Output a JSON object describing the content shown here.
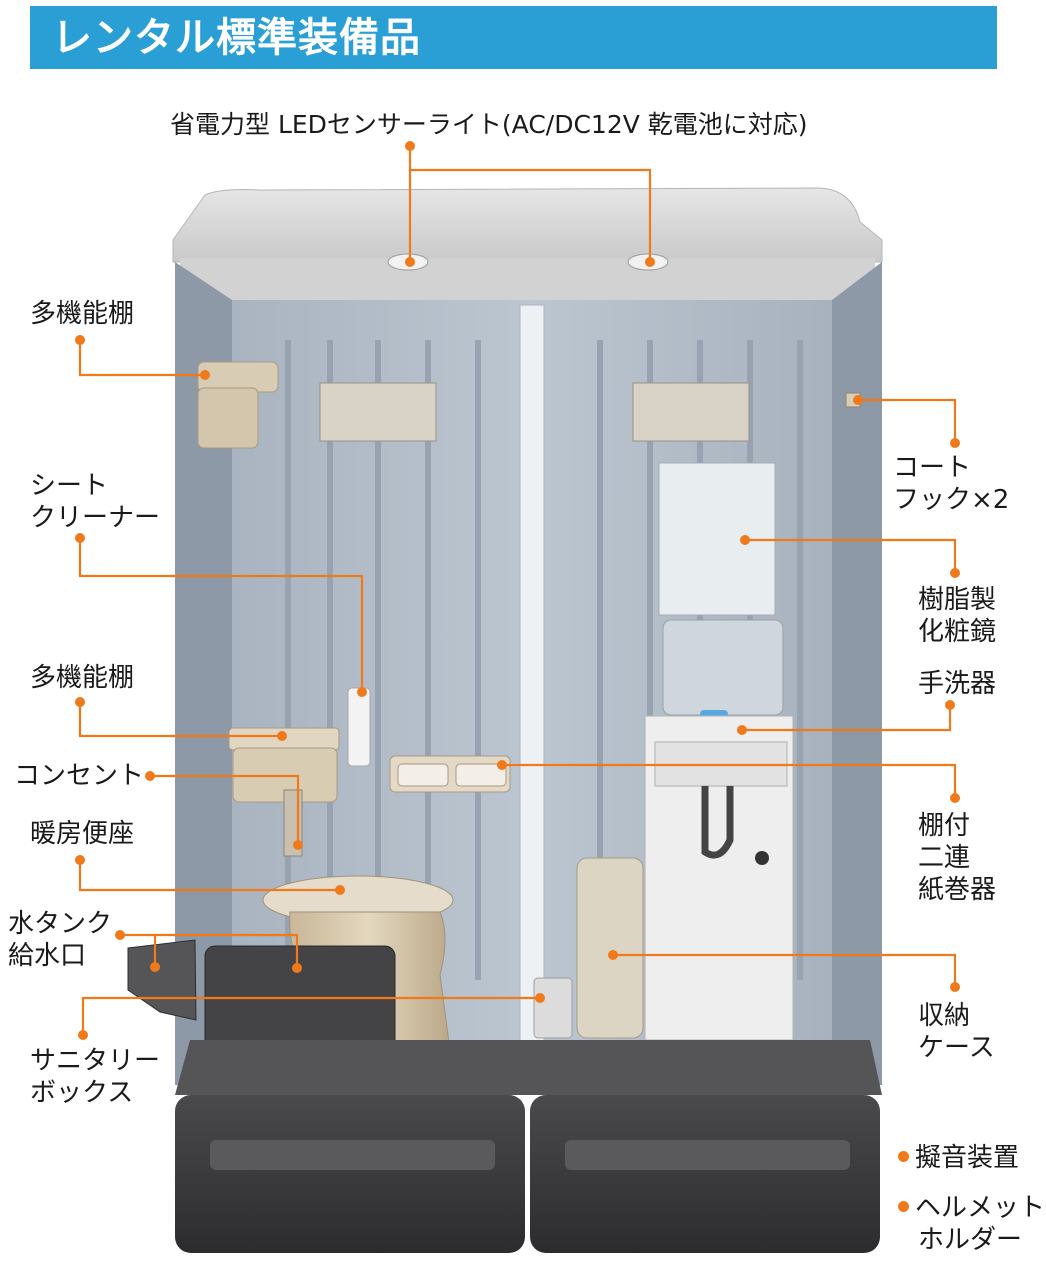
{
  "colors": {
    "title_bar": "#2a9fd6",
    "leader": "#f07a1b",
    "unit_light_gray": "#d8d8d8",
    "unit_wall_blue_gray": "#b2bdc9",
    "unit_dark_base": "#3c3c3e"
  },
  "header": {
    "title": "レンタル標準装備品"
  },
  "top_label": "省電力型 LEDセンサーライト(AC/DC12V 乾電池に対応)",
  "left_labels": {
    "shelf_top": "多機能棚",
    "seat_cleaner": [
      "シート",
      "クリーナー"
    ],
    "shelf_mid": "多機能棚",
    "outlet": "コンセント",
    "heated_seat": "暖房便座",
    "water_tank": [
      "水タンク",
      "給水口"
    ],
    "sanitary_box": [
      "サニタリー",
      "ボックス"
    ]
  },
  "right_labels": {
    "coat_hook": [
      "コート",
      "フック×2"
    ],
    "mirror": [
      "樹脂製",
      "化粧鏡"
    ],
    "hand_wash": "手洗器",
    "paper_holder": [
      "棚付",
      "二連",
      "紙巻器"
    ],
    "storage_case": [
      "収納",
      "ケース"
    ],
    "sound_device": "擬音装置",
    "helmet_holder": [
      "ヘルメット",
      "ホルダー"
    ]
  }
}
